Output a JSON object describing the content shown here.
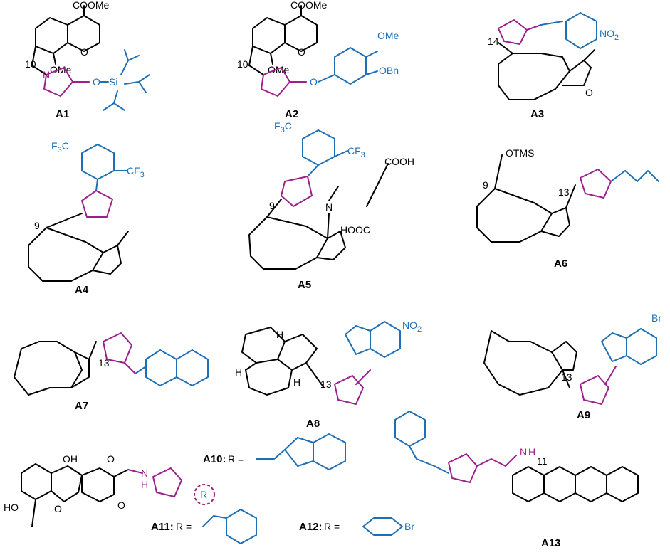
{
  "colors": {
    "core": "#000000",
    "substituent": "#1f6fb6",
    "triazole": "#9b1f8c"
  },
  "compounds": {
    "A1": {
      "label": "A1",
      "position_label": "10",
      "groups": {
        "ester": "COOMe",
        "ome": "OMe",
        "o": "O",
        "si": "Si"
      }
    },
    "A2": {
      "label": "A2",
      "position_label": "10",
      "groups": {
        "ester": "COOMe",
        "ome": "OMe",
        "ome2": "OMe",
        "obn": "OBn",
        "o": "O"
      }
    },
    "A3": {
      "label": "A3",
      "position_label": "14",
      "groups": {
        "no2": "NO",
        "no2_sub": "2",
        "o": "O"
      }
    },
    "A4": {
      "label": "A4",
      "position_label": "9",
      "groups": {
        "cf3a": "F",
        "cf3b": "CF"
      }
    },
    "A5": {
      "label": "A5",
      "position_label": "9",
      "groups": {
        "cooh": "COOH",
        "hooc": "HOOC",
        "n": "N",
        "cf3b": "CF"
      }
    },
    "A6": {
      "label": "A6",
      "position_label": "9",
      "position_label_2": "13",
      "groups": {
        "otms": "OTMS"
      }
    },
    "A7": {
      "label": "A7",
      "position_label": "13"
    },
    "A8": {
      "label": "A8",
      "position_label": "13",
      "groups": {
        "no2": "NO",
        "no2_sub": "2",
        "h1": "H",
        "h2": "H",
        "h3": "H"
      }
    },
    "A9": {
      "label": "A9",
      "position_label": "13",
      "groups": {
        "br": "Br"
      }
    },
    "A10": {
      "label": "A10:",
      "r_def": "R ="
    },
    "A11": {
      "label": "A11:",
      "r_def": "R ="
    },
    "A12": {
      "label": "A12:",
      "r_def": "R =",
      "groups": {
        "br": "Br"
      }
    },
    "A13": {
      "label": "A13",
      "position_label": "11",
      "groups": {
        "nh": "N",
        "h": "H"
      }
    }
  },
  "usnic": {
    "oh1": "OH",
    "ho": "HO",
    "o1": "O",
    "o2": "O",
    "o3": "O",
    "nh": "N",
    "h": "H",
    "r": "R"
  }
}
